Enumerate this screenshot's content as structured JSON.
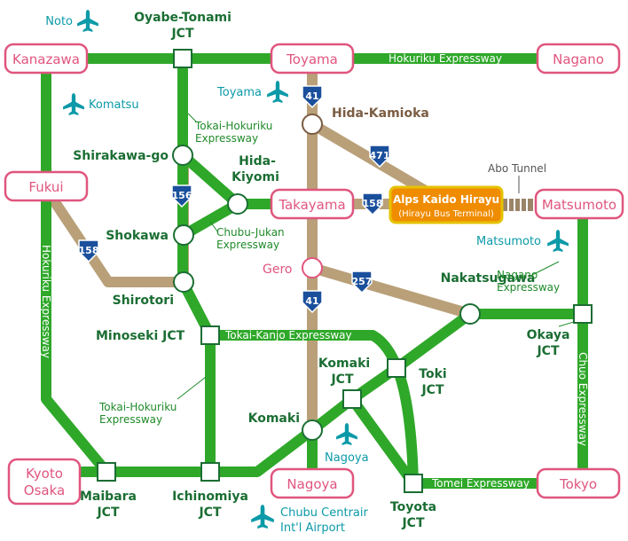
{
  "colors": {
    "expressway": "#2fa82a",
    "national_route": "#b9a079",
    "city_border": "#e0557e",
    "city_text": "#e0557e",
    "node_label": "#1b6e33",
    "road_label": "#1f8a2a",
    "airport": "#0c9aa8",
    "shield": "#1a4f9c",
    "hirayu_fill": "#f08c00",
    "hirayu_border": "#e5c200"
  },
  "cities": {
    "kanazawa": "Kanazawa",
    "toyama": "Toyama",
    "nagano": "Nagano",
    "fukui": "Fukui",
    "takayama": "Takayama",
    "matsumoto": "Matsumoto",
    "gero": "Gero",
    "kyoto_l1": "Kyoto",
    "kyoto_l2": "Osaka",
    "nagoya": "Nagoya",
    "tokyo": "Tokyo"
  },
  "junctions": {
    "oyabe_l1": "Oyabe-Tonami",
    "oyabe_l2": "JCT",
    "minoseki": "Minoseki JCT",
    "okaya_l1": "Okaya",
    "okaya_l2": "JCT",
    "komaki_jct_l1": "Komaki",
    "komaki_jct_l2": "JCT",
    "toki_l1": "Toki",
    "toki_l2": "JCT",
    "maibara_l1": "Maibara",
    "maibara_l2": "JCT",
    "ichinomiya_l1": "Ichinomiya",
    "ichinomiya_l2": "JCT",
    "toyota_l1": "Toyota",
    "toyota_l2": "JCT"
  },
  "places": {
    "hida_kamioka": "Hida-Kamioka",
    "shirakawa": "Shirakawa-go",
    "hida_kiyomi_l1": "Hida-",
    "hida_kiyomi_l2": "Kiyomi",
    "shokawa": "Shokawa",
    "shirotori": "Shirotori",
    "nakatsugawa": "Nakatsugawa",
    "komaki": "Komaki"
  },
  "roads": {
    "hokuriku_top": "Hokuriku Expressway",
    "hokuriku_left": "Hokuriku Expressway",
    "tokai_hokuriku_l1": "Tokai-Hokuriku",
    "tokai_hokuriku_l2": "Expressway",
    "chubu_jukan_l1": "Chubu-Jukan",
    "chubu_jukan_l2": "Expressway",
    "nagano_l1": "Nagano",
    "nagano_l2": "Expressway",
    "tokai_kanjo": "Tokai-Kanjo Expressway",
    "tokai_hokuriku_lower_l1": "Tokai-Hokuriku",
    "tokai_hokuriku_lower_l2": "Expressway",
    "chuo": "Chuo Expressway",
    "tomei": "Tomei Expressway"
  },
  "airports": {
    "noto": "Noto",
    "komatsu": "Komatsu",
    "toyama": "Toyama",
    "matsumoto": "Matsumoto",
    "nagoya": "Nagoya",
    "chubu_l1": "Chubu Centrair",
    "chubu_l2": "Int'l Airport"
  },
  "shields": {
    "r41_top": "41",
    "r471": "471",
    "r156": "156",
    "r158_east": "158",
    "r158_west": "158",
    "r257": "257",
    "r41_bottom": "41"
  },
  "tunnel": "Abo Tunnel",
  "hirayu": {
    "name": "Alps Kaido Hirayu",
    "sub": "(Hirayu Bus Terminal)"
  },
  "icons": {
    "airport": "airplane-icon",
    "route": "route-shield-icon",
    "junction": "junction-square-icon",
    "station": "station-circle-icon"
  }
}
